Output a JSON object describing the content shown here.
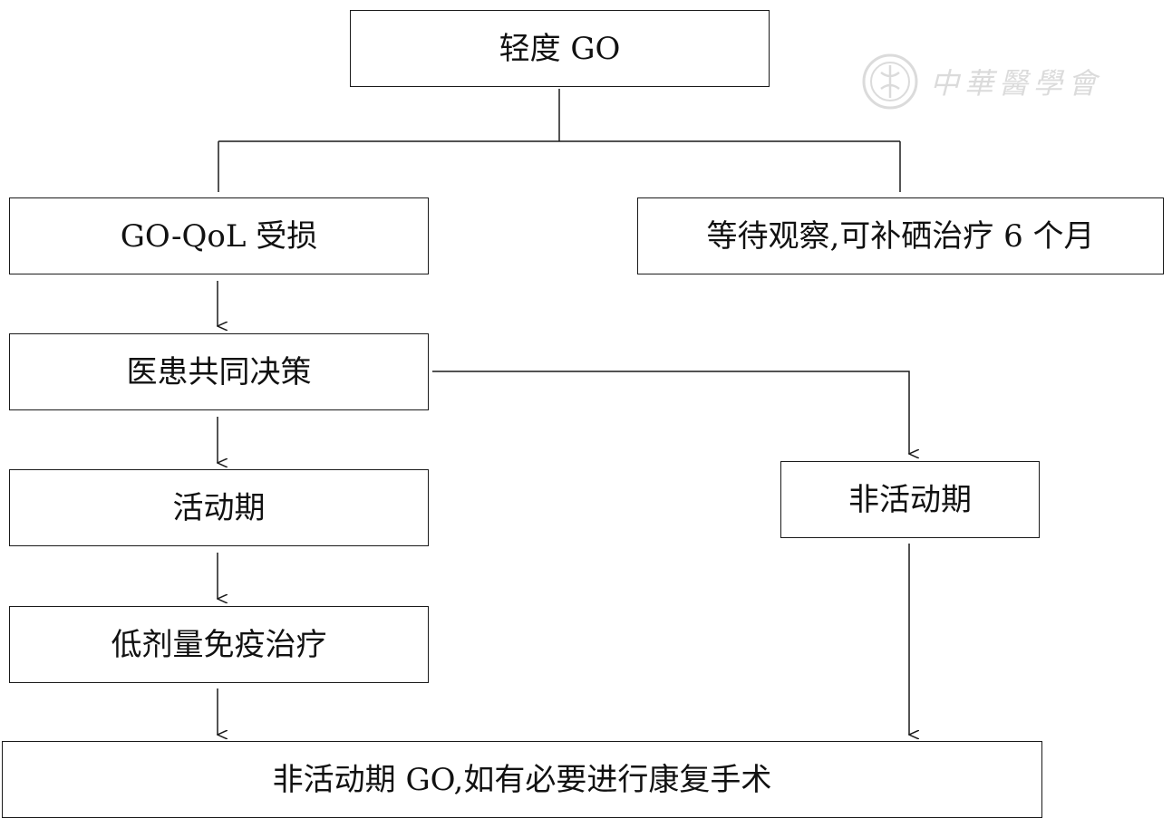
{
  "nodes": {
    "mild_go": "轻度 GO",
    "qol_impaired": "GO-QoL 受损",
    "watchful_waiting": "等待观察,可补硒治疗 6 个月",
    "shared_decision": "医患共同决策",
    "active_phase": "活动期",
    "inactive_phase": "非活动期",
    "low_dose_immuno": "低剂量免疫治疗",
    "final": "非活动期 GO,如有必要进行康复手术"
  },
  "watermark": {
    "text": "中華醫學會",
    "icon": "society-seal-icon"
  },
  "colors": {
    "line": "#1a1a1a",
    "box_border": "#1a1a1a",
    "watermark": "#b0b0b0"
  }
}
